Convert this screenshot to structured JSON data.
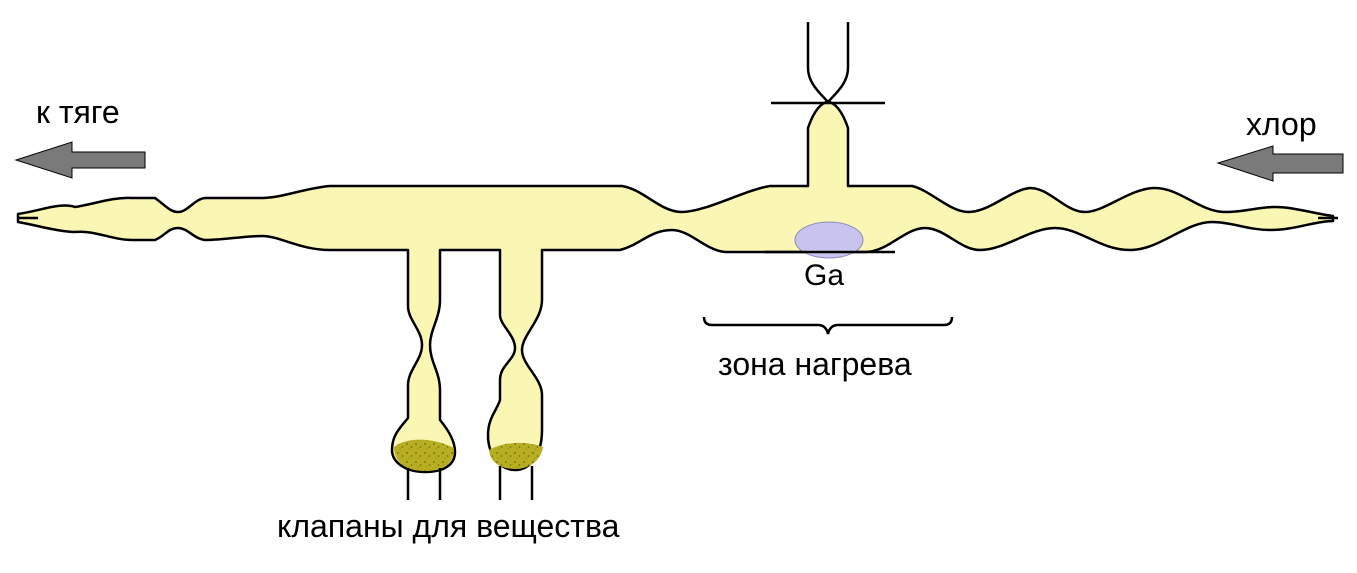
{
  "labels": {
    "exhaust": "к тяге",
    "chlorine": "хлор",
    "gallium": "Ga",
    "heating_zone": "зона нагрева",
    "valves": "клапаны для вещества"
  },
  "colors": {
    "glass": "#FAF6B4",
    "outline": "#000000",
    "gallium_drop": "#C9C4EE",
    "gallium_text": "#1A1AE6",
    "substance": "#B8AE22",
    "arrow": "#7A7A7A"
  },
  "icons": {
    "exhaust_arrow": "arrow-left-icon",
    "chlorine_arrow": "arrow-left-icon"
  }
}
